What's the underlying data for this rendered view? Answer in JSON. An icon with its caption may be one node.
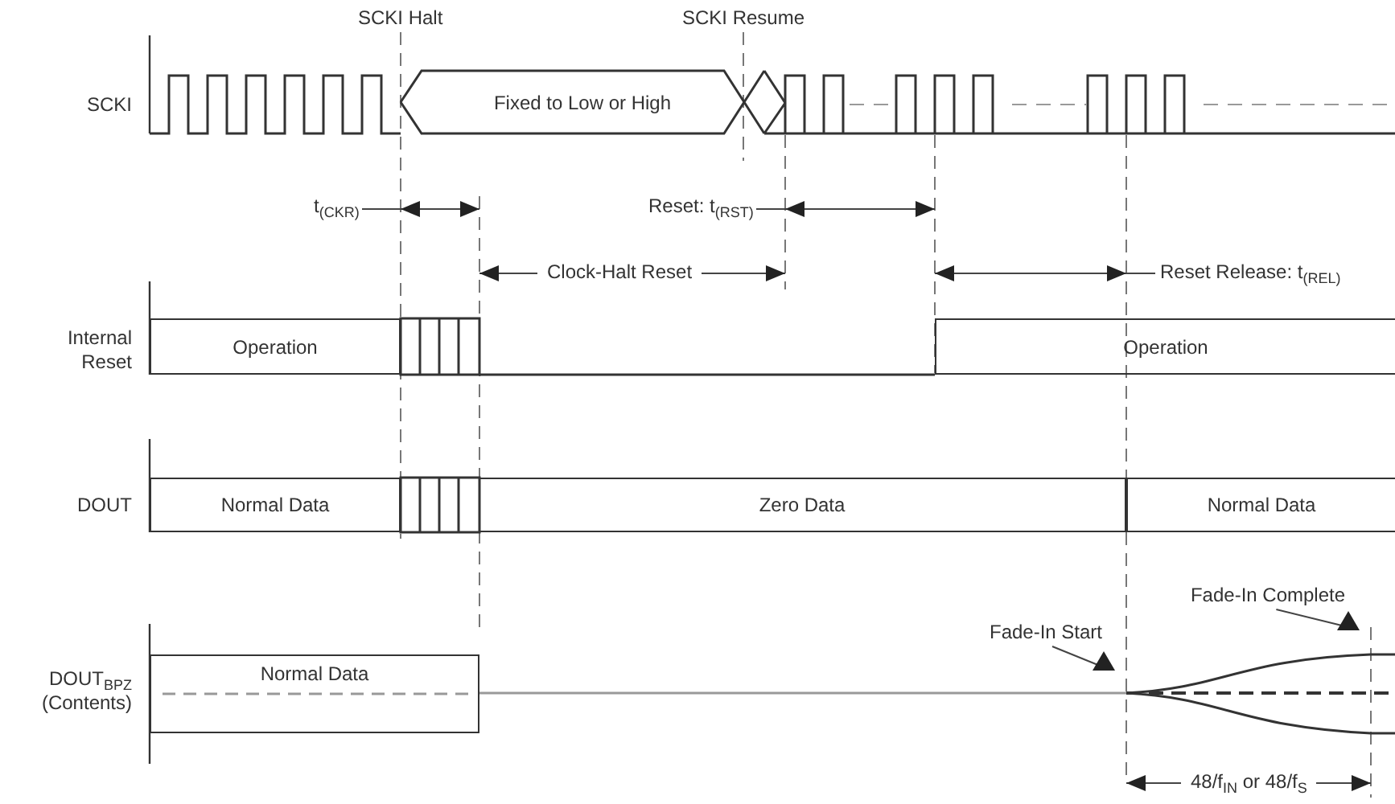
{
  "diagram": {
    "nodes": [
      {
        "text": [
          "Fixed to Low or High"
        ]
      },
      {
        "text": [
          "Operation"
        ]
      },
      {
        "text": [
          "Operation"
        ]
      },
      {
        "text": [
          "Normal Data"
        ]
      },
      {
        "text": [
          "Zero Data"
        ]
      },
      {
        "text": [
          "Normal Data"
        ]
      },
      {
        "text": [
          "Normal Data"
        ]
      },
      {
        "text": [
          "Fade-In Start"
        ]
      },
      {
        "text": [
          "Fade-In Complete"
        ]
      }
    ],
    "edges": [
      {
        "from": 7,
        "to": null,
        "arrow": "to"
      },
      {
        "from": 8,
        "to": null,
        "arrow": "to"
      }
    ],
    "labels": [
      "SCKI Halt",
      "SCKI Resume",
      "SCKI",
      "t$_{(CKR)}$",
      "Reset: t$_{(RST)}$",
      "Clock-Halt Reset",
      "Reset Release: t$_{(REL)}$",
      "Internal Reset",
      "DOUT",
      "DOUT$_{BPZ}$ (Contents)",
      "48/f$_{IN}$ or 48/f$_{S}$"
    ]
  }
}
